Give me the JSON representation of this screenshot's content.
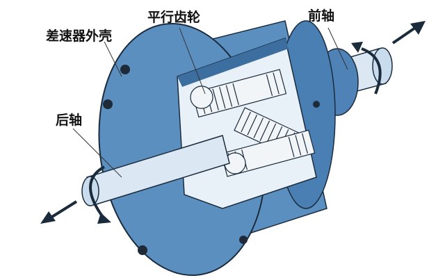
{
  "labels": {
    "housing": "差速器外壳",
    "parallel_gears": "平行齿轮",
    "front_axle": "前轴",
    "rear_axle": "后轴"
  },
  "colors": {
    "housing_blue": "#5b8fc0",
    "housing_dark": "#2f5f92",
    "shaft": "#dbe8f4",
    "outline": "#1a2b3c"
  }
}
